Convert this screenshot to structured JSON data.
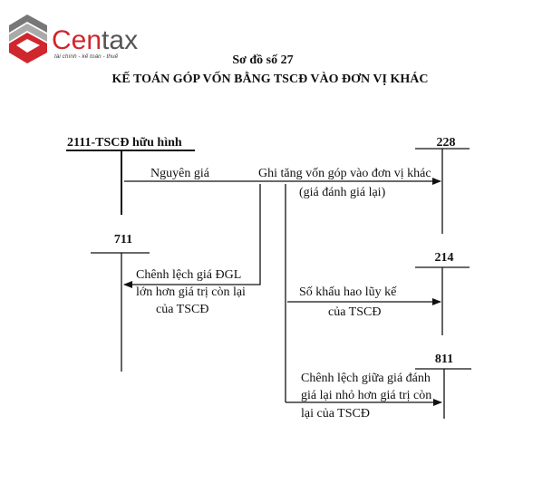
{
  "logo": {
    "brand_prefix": "Cen",
    "brand_suffix": "tax",
    "tagline": "tài chính - kế toán - thuế",
    "colors": {
      "red": "#d0262e",
      "gray": "#555555"
    }
  },
  "header": {
    "subtitle": "Sơ đồ số 27",
    "title": "KẾ TOÁN GÓP VỐN BẰNG TSCĐ VÀO ĐƠN VỊ KHÁC"
  },
  "accounts": {
    "a2111": "2111-TSCĐ hữu hình",
    "a228": "228",
    "a711": "711",
    "a214": "214",
    "a811": "811"
  },
  "flows": {
    "original_cost": "Nguyên giá",
    "capital_increase": [
      "Ghi tăng vốn góp vào đơn vị khác",
      "(giá đánh giá lại)"
    ],
    "gain_difference": [
      "Chênh lệch giá ĐGL",
      "lớn hơn giá trị còn lại",
      "của TSCĐ"
    ],
    "accumulated_depreciation": [
      "Số khấu hao lũy kế",
      "của TSCĐ"
    ],
    "loss_difference": [
      "Chênh lệch giữa giá đánh",
      "giá lại nhỏ hơn giá trị còn",
      "lại của TSCĐ"
    ]
  }
}
